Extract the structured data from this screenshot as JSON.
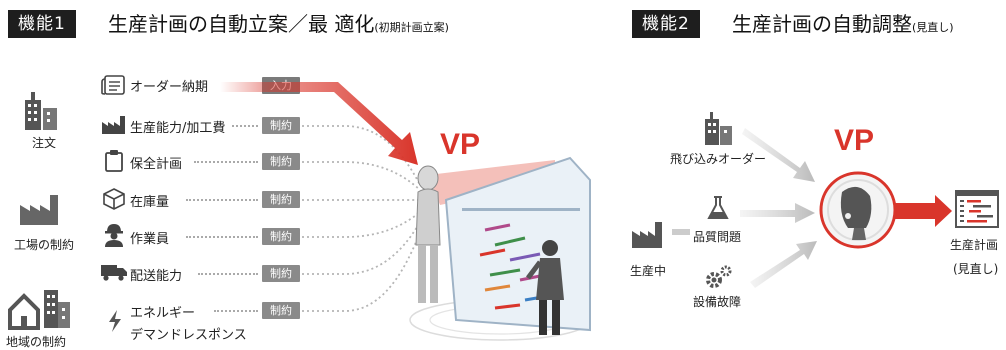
{
  "f1": {
    "badge": "機能1",
    "title": "生産計画の自動立案／最 適化",
    "note": "(初期計画立案)",
    "sources": [
      "注文",
      "工場の制約",
      "地域の制約"
    ],
    "items": [
      {
        "label": "オーダー納期",
        "tag": "入力",
        "icon": "document-icon"
      },
      {
        "label": "生産能力/加工費",
        "tag": "制約",
        "icon": "factory-icon"
      },
      {
        "label": "保全計画",
        "tag": "制約",
        "icon": "clipboard-icon"
      },
      {
        "label": "在庫量",
        "tag": "制約",
        "icon": "box-icon"
      },
      {
        "label": "作業員",
        "tag": "制約",
        "icon": "worker-icon"
      },
      {
        "label": "配送能力",
        "tag": "制約",
        "icon": "truck-icon"
      },
      {
        "label": "エネルギー",
        "label2": "デマンドレスポンス",
        "tag": "制約",
        "icon": "lightning-icon"
      }
    ],
    "vp": "VP"
  },
  "f2": {
    "badge": "機能2",
    "title": "生産計画の自動調整",
    "note": "(見直し)",
    "left": "生産中",
    "inputs": [
      "飛び込みオーダー",
      "品質問題",
      "設備故障"
    ],
    "vp": "VP",
    "output": "生産計画",
    "output2": "(見直し)"
  },
  "colors": {
    "accent": "#d9352b",
    "badge": "#1e1e1e",
    "gray": "#8a8a8a"
  }
}
